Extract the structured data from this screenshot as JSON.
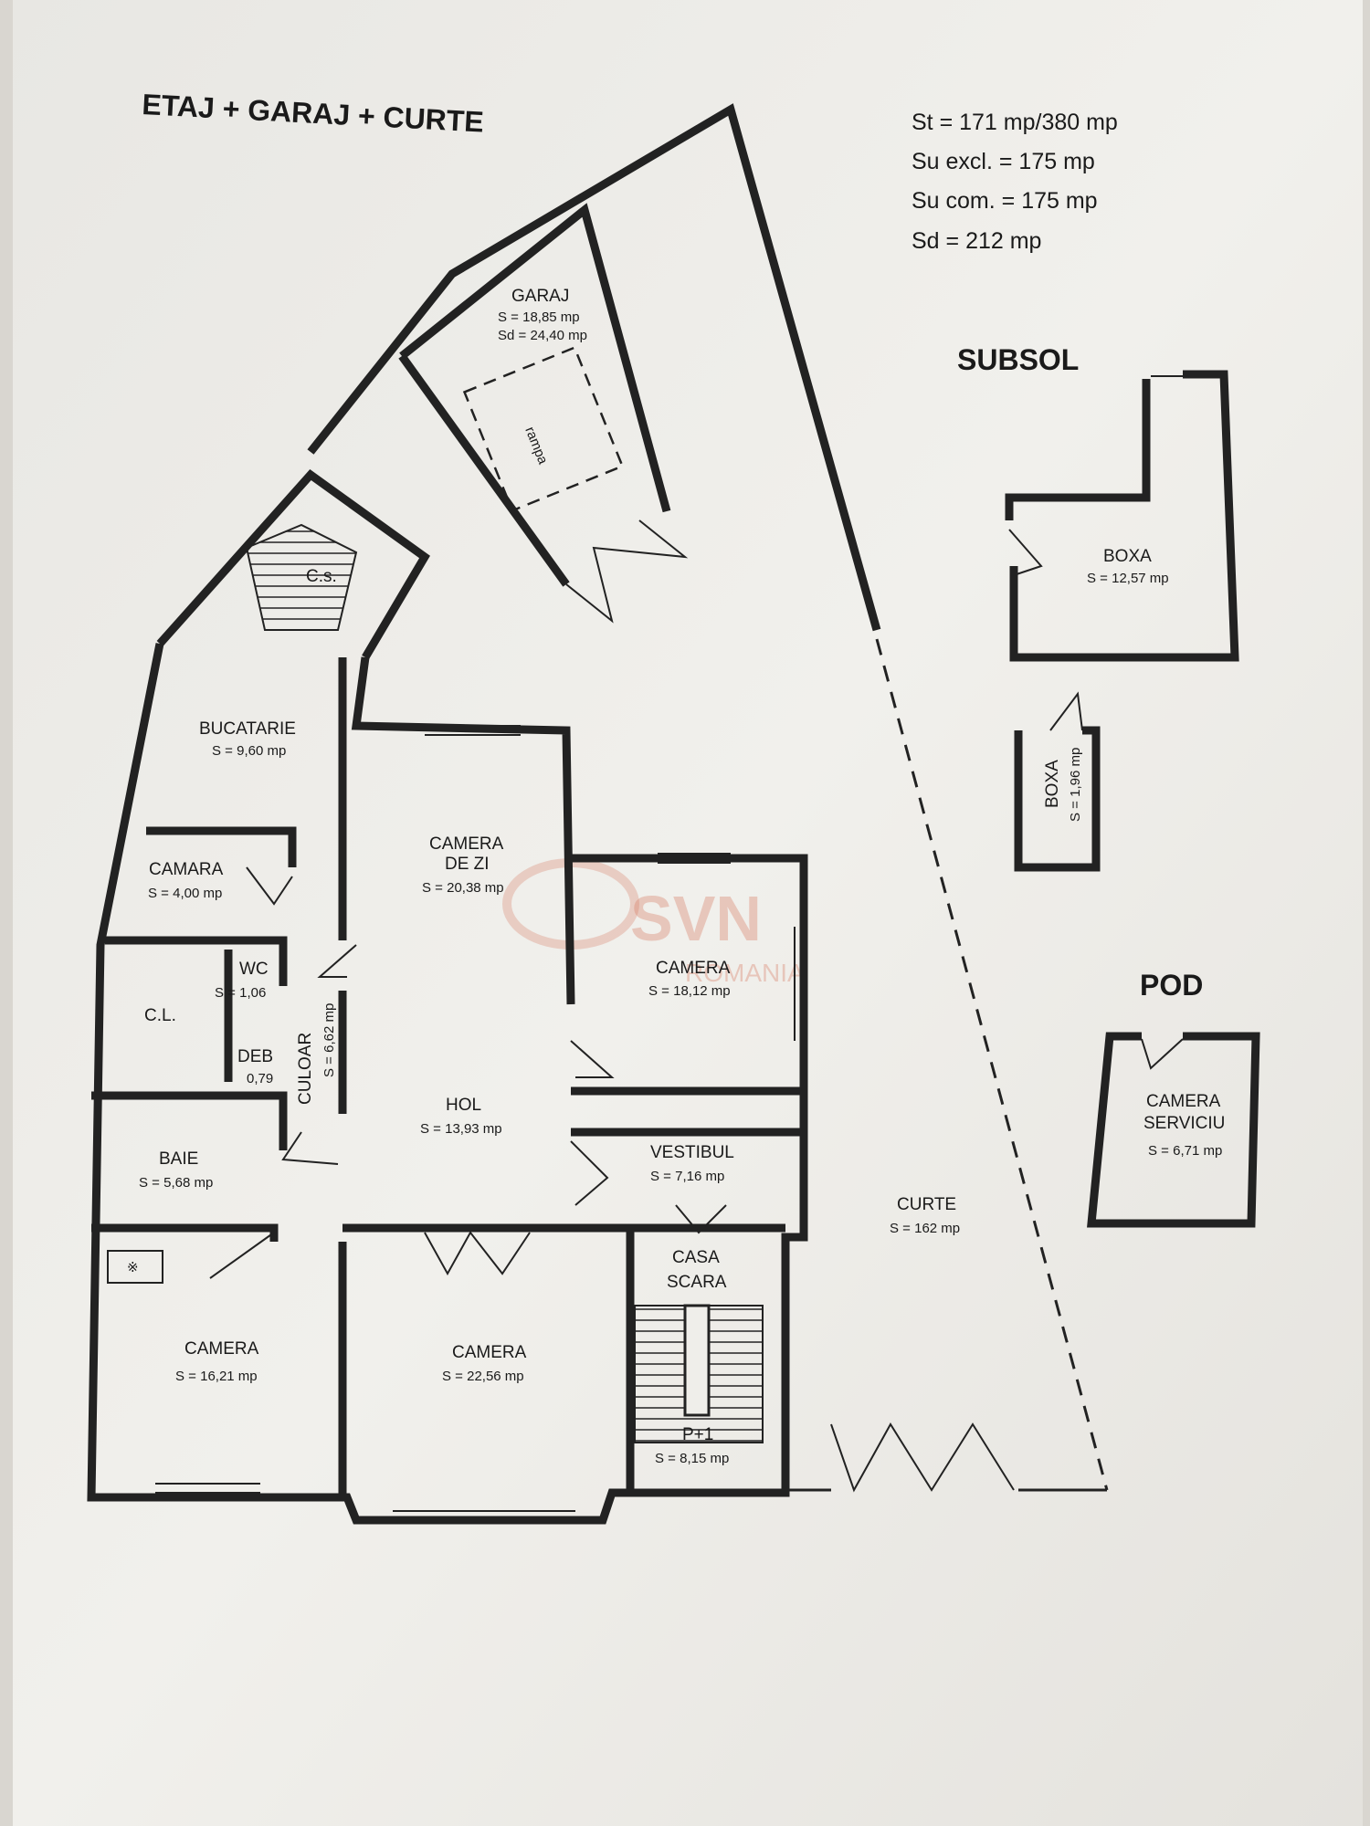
{
  "headings": {
    "main": "ETAJ + GARAJ + CURTE",
    "subsol": "SUBSOL",
    "pod": "POD"
  },
  "stats": [
    "St = 171 mp/380 mp",
    "Su excl. = 175 mp",
    "Su com. = 175 mp",
    "Sd = 212 mp"
  ],
  "rooms": {
    "garaj": {
      "name": "GARAJ",
      "area": "S = 18,85 mp",
      "area2": "Sd = 24,40 mp"
    },
    "rampa": {
      "name": "rampa"
    },
    "cs": {
      "name": "C.s."
    },
    "bucatarie": {
      "name": "BUCATARIE",
      "area": "S = 9,60 mp"
    },
    "camara": {
      "name": "CAMARA",
      "area": "S = 4,00 mp"
    },
    "wc": {
      "name": "WC",
      "area": "S = 1,06"
    },
    "cl": {
      "name": "C.L."
    },
    "deb": {
      "name": "DEB",
      "area": "0,79"
    },
    "culoar": {
      "name": "CULOAR",
      "area": "S = 6,62 mp"
    },
    "camera_de_zi": {
      "name1": "CAMERA",
      "name2": "DE ZI",
      "area": "S = 20,38 mp"
    },
    "camera_18": {
      "name": "CAMERA",
      "area": "S = 18,12 mp"
    },
    "hol": {
      "name": "HOL",
      "area": "S = 13,93 mp"
    },
    "baie": {
      "name": "BAIE",
      "area": "S = 5,68 mp"
    },
    "vestibul": {
      "name": "VESTIBUL",
      "area": "S = 7,16 mp"
    },
    "casa_scara": {
      "name1": "CASA",
      "name2": "SCARA",
      "level": "P+1",
      "area": "S = 8,15 mp"
    },
    "camera_16": {
      "name": "CAMERA",
      "area": "S = 16,21 mp"
    },
    "camera_22": {
      "name": "CAMERA",
      "area": "S = 22,56 mp"
    },
    "curte": {
      "name": "CURTE",
      "area": "S = 162 mp"
    },
    "boxa_1": {
      "name": "BOXA",
      "area": "S = 12,57 mp"
    },
    "boxa_2": {
      "name": "BOXA",
      "area": "S = 1,96 mp"
    },
    "camera_serviciu": {
      "name1": "CAMERA",
      "name2": "SERVICIU",
      "area": "S = 6,71 mp"
    }
  },
  "watermark": {
    "brand": "SVN",
    "sub": "ROMANIA"
  }
}
